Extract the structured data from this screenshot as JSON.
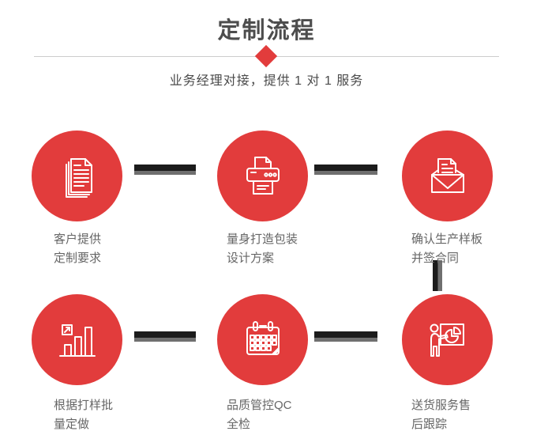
{
  "page": {
    "title": "定制流程",
    "subtitle": "业务经理对接，提供 1 对 1 服务"
  },
  "colors": {
    "accent_red": "#e23c3c",
    "title_gray": "#4d4d4d",
    "caption_gray": "#666666",
    "divider_gray": "#cccccc",
    "connector_black": "#1b1b1b",
    "connector_gray": "#6f6f6f",
    "icon_white": "#ffffff"
  },
  "decorations": {
    "diamond_icon": "red diamond on divider line",
    "connectors": [
      "row1 c1-c2 bar",
      "row1 c2-c3 bar",
      "vertical c3-c6 bar",
      "row2 c4-c5 bar",
      "row2 c5-c6 bar"
    ]
  },
  "steps": [
    {
      "icon": "documents-stack-icon",
      "line1": "客户提供",
      "line2": "定制要求"
    },
    {
      "icon": "printer-icon",
      "line1": "量身打造包装",
      "line2": "设计方案"
    },
    {
      "icon": "open-envelope-letter-icon",
      "line1": "确认生产样板",
      "line2": "并签合同"
    },
    {
      "icon": "bar-chart-growth-icon",
      "line1": "根据打样批",
      "line2": "量定做"
    },
    {
      "icon": "calendar-icon",
      "line1": "品质管控QC",
      "line2": "全检"
    },
    {
      "icon": "presenter-pie-board-icon",
      "line1": "送货服务售",
      "line2": "后跟踪"
    }
  ]
}
